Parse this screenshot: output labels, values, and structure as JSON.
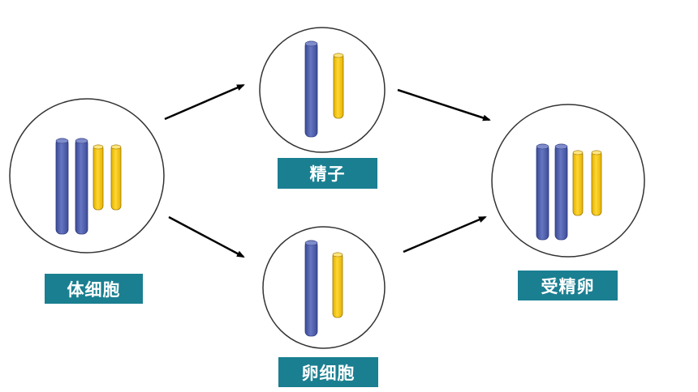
{
  "labels": {
    "somatic_cell": "体细胞",
    "sperm": "精子",
    "egg_cell": "卵细胞",
    "zygote": "受精卵"
  },
  "cells": {
    "somatic_cell": {
      "chromosomes": [
        "blue",
        "blue",
        "yellow",
        "yellow"
      ]
    },
    "sperm": {
      "chromosomes": [
        "blue",
        "yellow"
      ]
    },
    "egg_cell": {
      "chromosomes": [
        "blue",
        "yellow"
      ]
    },
    "zygote": {
      "chromosomes": [
        "blue",
        "blue",
        "yellow",
        "yellow"
      ]
    }
  },
  "colors": {
    "label_background": "#1a7f91",
    "label_text": "#ffffff",
    "long_chromosome": "#4b5ba8",
    "short_chromosome": "#ffcc00",
    "cell_outline": "#333333",
    "arrow": "#000000"
  },
  "icons": {
    "arrow": "arrow-icon"
  }
}
